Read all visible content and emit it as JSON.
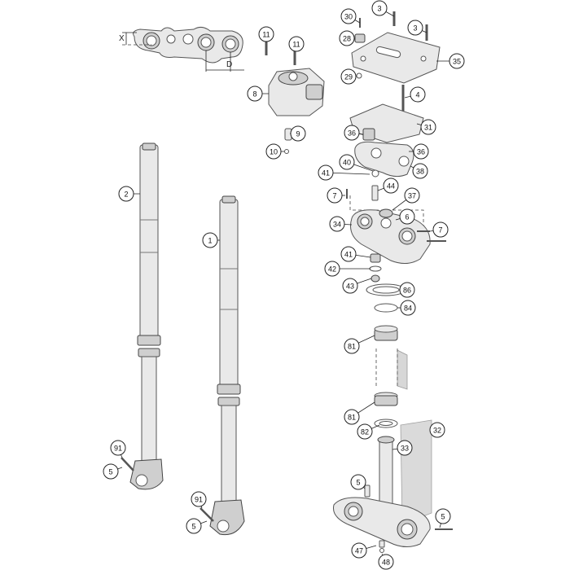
{
  "dimension_labels": {
    "x": "X",
    "d": "D"
  },
  "callouts": [
    {
      "id": "c30",
      "label": "30"
    },
    {
      "id": "c3a",
      "label": "3"
    },
    {
      "id": "c3b",
      "label": "3"
    },
    {
      "id": "c28",
      "label": "28"
    },
    {
      "id": "c35",
      "label": "35"
    },
    {
      "id": "c29",
      "label": "29"
    },
    {
      "id": "c11a",
      "label": "11"
    },
    {
      "id": "c11b",
      "label": "11"
    },
    {
      "id": "c8",
      "label": "8"
    },
    {
      "id": "c4",
      "label": "4"
    },
    {
      "id": "c31",
      "label": "31"
    },
    {
      "id": "c36a",
      "label": "36"
    },
    {
      "id": "c36b",
      "label": "36"
    },
    {
      "id": "c9",
      "label": "9"
    },
    {
      "id": "c10",
      "label": "10"
    },
    {
      "id": "c40",
      "label": "40"
    },
    {
      "id": "c38",
      "label": "38"
    },
    {
      "id": "c41a",
      "label": "41"
    },
    {
      "id": "c44",
      "label": "44"
    },
    {
      "id": "c7a",
      "label": "7"
    },
    {
      "id": "c37",
      "label": "37"
    },
    {
      "id": "c2",
      "label": "2"
    },
    {
      "id": "c6",
      "label": "6"
    },
    {
      "id": "c7b",
      "label": "7"
    },
    {
      "id": "c34",
      "label": "34"
    },
    {
      "id": "c1",
      "label": "1"
    },
    {
      "id": "c41b",
      "label": "41"
    },
    {
      "id": "c42",
      "label": "42"
    },
    {
      "id": "c43",
      "label": "43"
    },
    {
      "id": "c86",
      "label": "86"
    },
    {
      "id": "c84",
      "label": "84"
    },
    {
      "id": "c81a",
      "label": "81"
    },
    {
      "id": "c81b",
      "label": "81"
    },
    {
      "id": "c82",
      "label": "82"
    },
    {
      "id": "c32",
      "label": "32"
    },
    {
      "id": "c33",
      "label": "33"
    },
    {
      "id": "c91a",
      "label": "91"
    },
    {
      "id": "c5a",
      "label": "5"
    },
    {
      "id": "c91b",
      "label": "91"
    },
    {
      "id": "c5b",
      "label": "5"
    },
    {
      "id": "c5c",
      "label": "5"
    },
    {
      "id": "c5d",
      "label": "5"
    },
    {
      "id": "c47",
      "label": "47"
    },
    {
      "id": "c48",
      "label": "48"
    }
  ]
}
